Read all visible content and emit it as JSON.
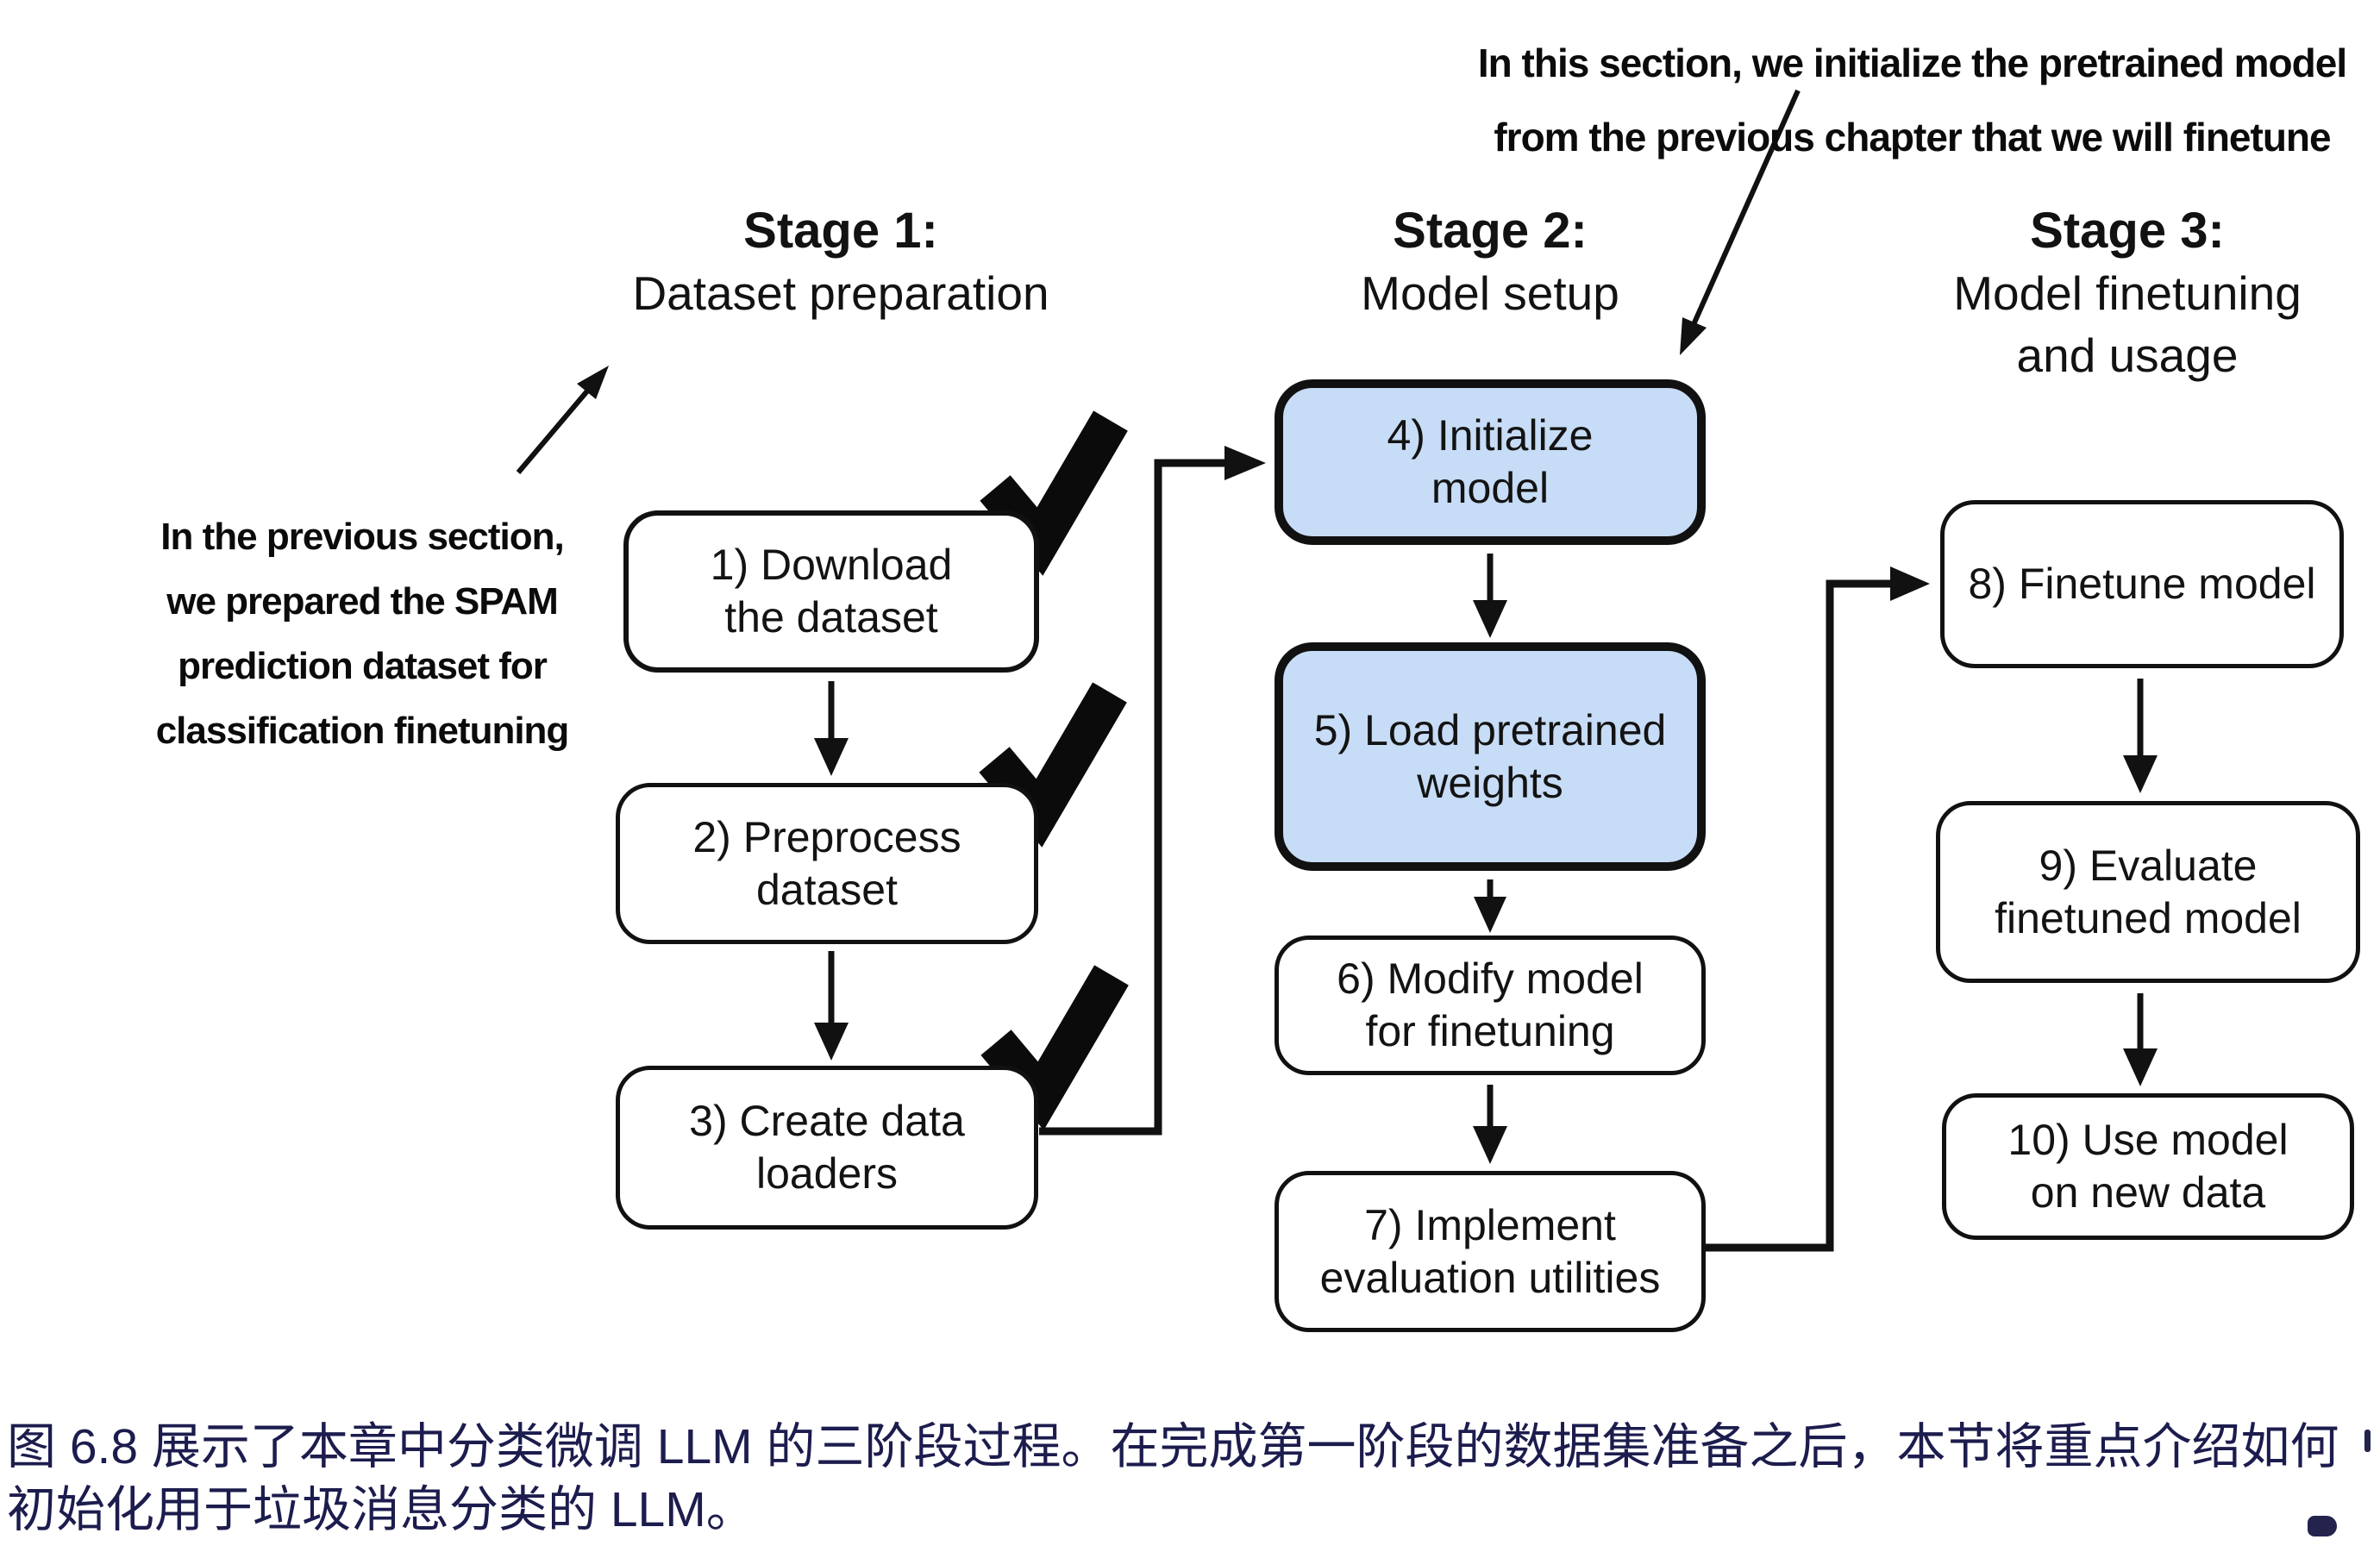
{
  "diagram": {
    "annotation_top": {
      "line1": "In this section, we initialize the pretrained model",
      "line2": "from the previous chapter that we will finetune"
    },
    "annotation_left": {
      "line1": "In the previous section,",
      "line2": "we prepared the SPAM",
      "line3": "prediction dataset for",
      "line4": "classification finetuning"
    },
    "stage1": {
      "title": "Stage 1:",
      "subtitle1": "Dataset preparation",
      "subtitle2": ""
    },
    "stage2": {
      "title": "Stage 2:",
      "subtitle1": "Model setup",
      "subtitle2": ""
    },
    "stage3": {
      "title": "Stage 3:",
      "subtitle1": "Model finetuning",
      "subtitle2": "and usage"
    },
    "boxes": {
      "b1": {
        "line1": "1) Download",
        "line2": "the dataset"
      },
      "b2": {
        "line1": "2) Preprocess",
        "line2": "dataset"
      },
      "b3": {
        "line1": "3) Create data",
        "line2": "loaders"
      },
      "b4": {
        "line1": "4) Initialize",
        "line2": "model"
      },
      "b5": {
        "line1": "5) Load pretrained",
        "line2": "weights"
      },
      "b6": {
        "line1": "6) Modify model",
        "line2": "for finetuning"
      },
      "b7": {
        "line1": "7) Implement",
        "line2": "evaluation utilities"
      },
      "b8": {
        "line1": "8) Finetune model",
        "line2": ""
      },
      "b9": {
        "line1": "9) Evaluate",
        "line2": "finetuned model"
      },
      "b10": {
        "line1": "10) Use model",
        "line2": "on new data"
      }
    },
    "colors": {
      "highlight_fill": "#c7dcf6",
      "line_color": "#111111",
      "caption_text": "#1c1c4e"
    }
  },
  "caption": {
    "line1": "图 6.8 展示了本章中分类微调 LLM 的三阶段过程。在完成第一阶段的数据集准备之后，本节将重点介绍如何",
    "line2": "初始化用于垃圾消息分类的 LLM。"
  }
}
